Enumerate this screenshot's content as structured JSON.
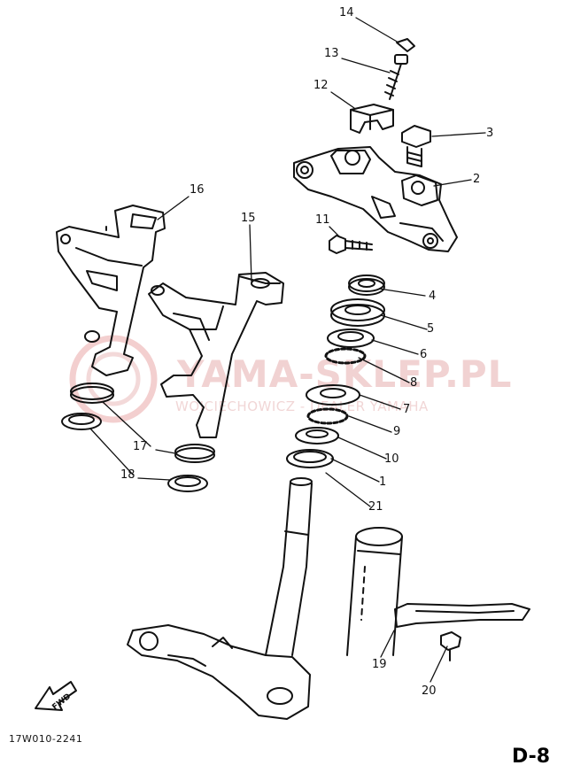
{
  "diagram": {
    "page_id": "D-8",
    "drawing_code": "17W010-2241",
    "fwd_label": "FWD",
    "watermark": {
      "main": "YAMA-SKLEP.PL",
      "sub": "WOJCIECHOWICZ - DEALER YAMAHA"
    },
    "callouts": [
      "14",
      "13",
      "12",
      "3",
      "2",
      "16",
      "15",
      "11",
      "4",
      "5",
      "6",
      "8",
      "7",
      "9",
      "10",
      "17",
      "1",
      "18",
      "21",
      "19",
      "20"
    ],
    "colors": {
      "line": "#111111",
      "watermark": "#f1d2d2",
      "background": "#ffffff"
    }
  }
}
